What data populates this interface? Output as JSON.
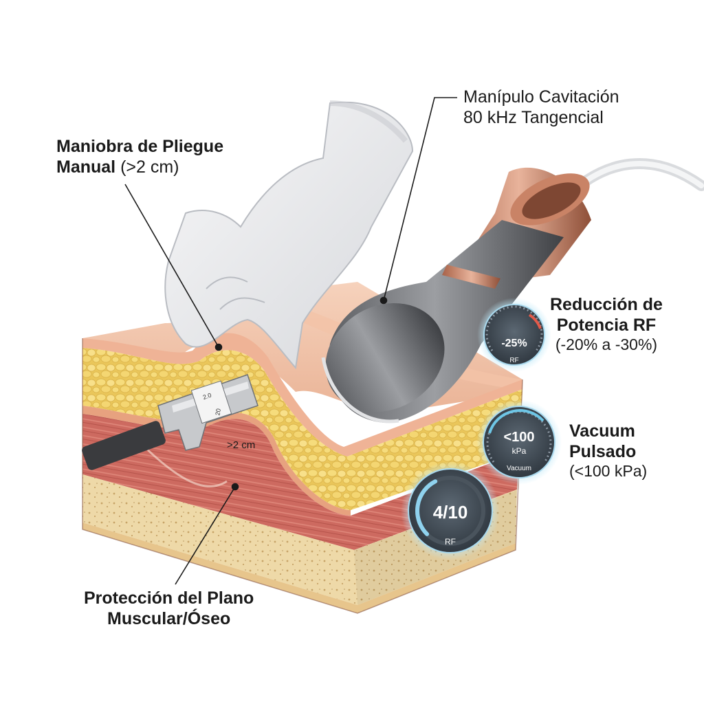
{
  "labels": {
    "fold": {
      "title": "Maniobra de Pliegue",
      "title2": "Manual",
      "detail": "(>2 cm)"
    },
    "cavitation": {
      "line1": "Manípulo Cavitación",
      "line2": "80 kHz Tangencial"
    },
    "rf_reduction": {
      "line1": "Reducción de",
      "line2": "Potencia RF",
      "line3": "(-20% a -30%)"
    },
    "vacuum": {
      "line1": "Vacuum",
      "line2": "Pulsado",
      "line3": "(<100 kPa)"
    },
    "protection": {
      "line1": "Protección del Plano",
      "line2": "Muscular/Óseo"
    }
  },
  "caliper": {
    "measure": ">2 cm",
    "scale_top": "2.0",
    "scale_bottom": "20"
  },
  "gauges": {
    "rf_reduction": {
      "value": "-25%",
      "caption": "RF"
    },
    "vacuum": {
      "value": "<100",
      "unit": "kPa",
      "caption": "Vacuum"
    },
    "rf_power": {
      "value": "4/10",
      "caption": "RF",
      "level": 0.4
    }
  },
  "colors": {
    "skin": "#f2c3a8",
    "fat": "#f1d46a",
    "muscle": "#cf6e64",
    "bone": "#efdcae",
    "gauge_glow": "#8fd2ee",
    "copper": "#c98366"
  }
}
